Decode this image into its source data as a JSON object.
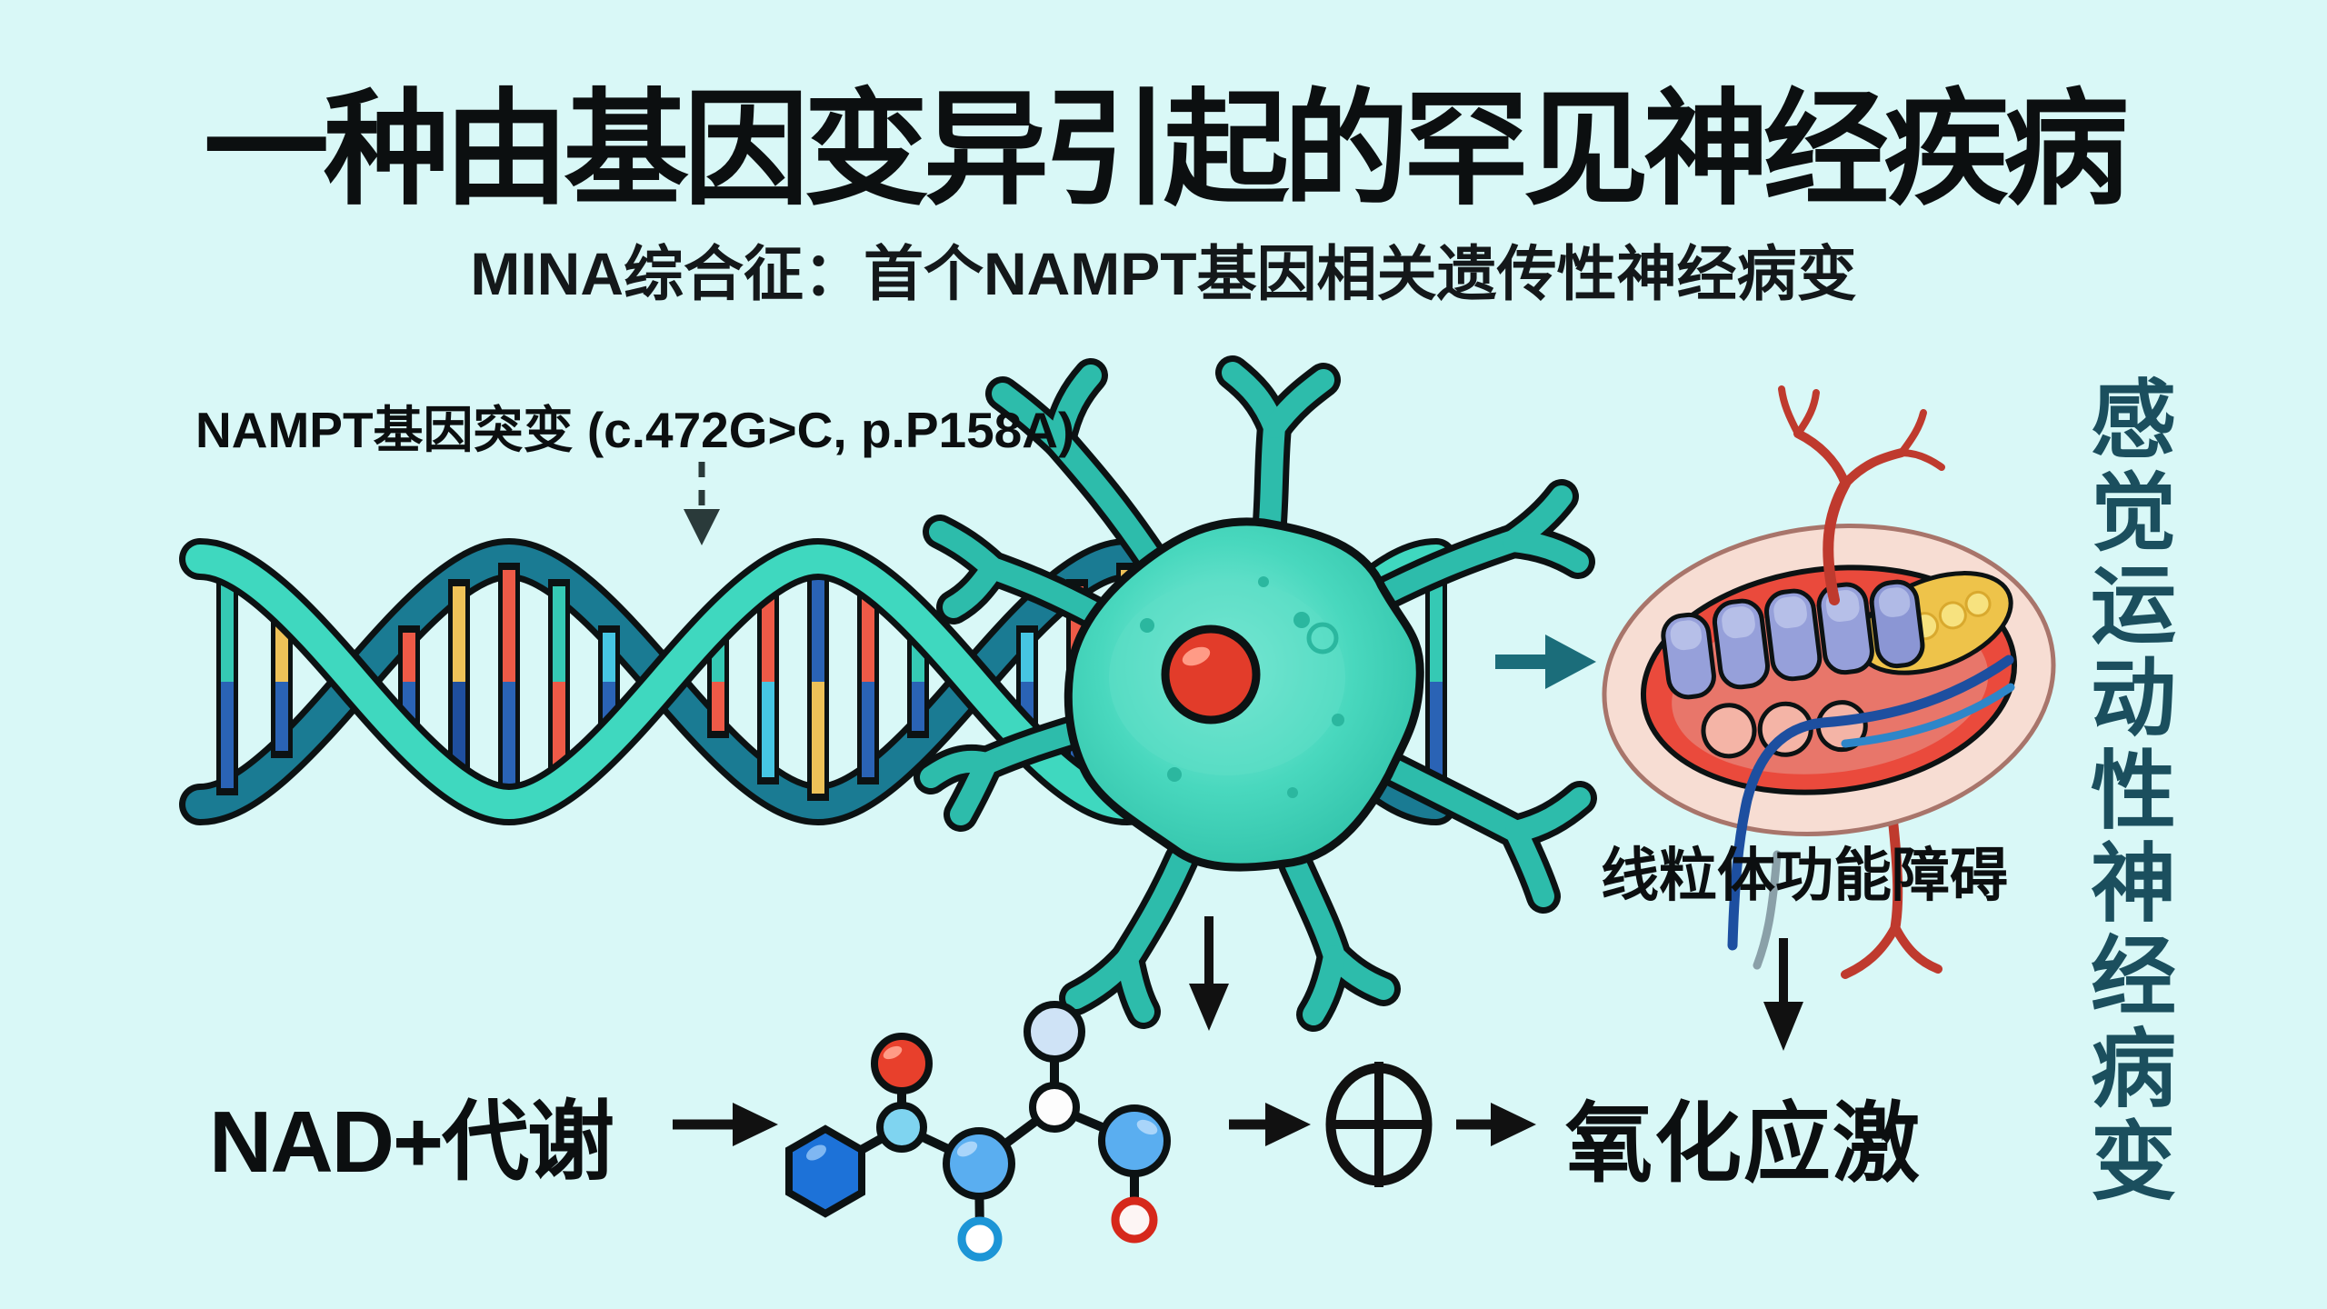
{
  "header": {
    "title": "一种由基因变异引起的罕见神经疾病",
    "subtitle": "MINA综合征：首个NAMPT基因相关遗传性神经病变"
  },
  "labels": {
    "gene_mutation": "NAMPT基因突变 (c.472G>C, p.P158A)",
    "mitochondria_dysfunction": "线粒体功能障碍",
    "nad_metabolism": "NAD+代谢",
    "oxidative_stress": "氧化应激",
    "sensorimotor_neuropathy_vertical": "感觉运动性神经病变"
  },
  "icons": {
    "circled_plus": "⊕",
    "right_arrow": "→",
    "down_arrow": "↓",
    "dashed_down_arrow": "⇣"
  },
  "illustrations": {
    "dna_helix": "DNA double helix with colored base-pair rungs",
    "neuron": "teal neuron with red nucleus and branching dendrites",
    "mitochondria": "mitochondrion with cristae, vessels and yellow matrix",
    "nad_molecule": "ball-and-stick NAD molecule"
  },
  "colors": {
    "background": "#d9f8f7",
    "title_text": "#0c0f10",
    "side_label_text": "#1b4f5e",
    "dna_strand_light": "#3fd8bf",
    "dna_strand_dark": "#1a7b93",
    "neuron_body": "#3ed3b8",
    "neuron_nucleus": "#e23c2a",
    "mitochondria_outer": "#f7ddd3",
    "mitochondria_inner": "#ea4a3c",
    "cristae": "#96a0da",
    "mitochondria_matrix_yellow": "#eec34a",
    "arrow_black": "#111111",
    "arrow_teal": "#1b6d7a"
  }
}
